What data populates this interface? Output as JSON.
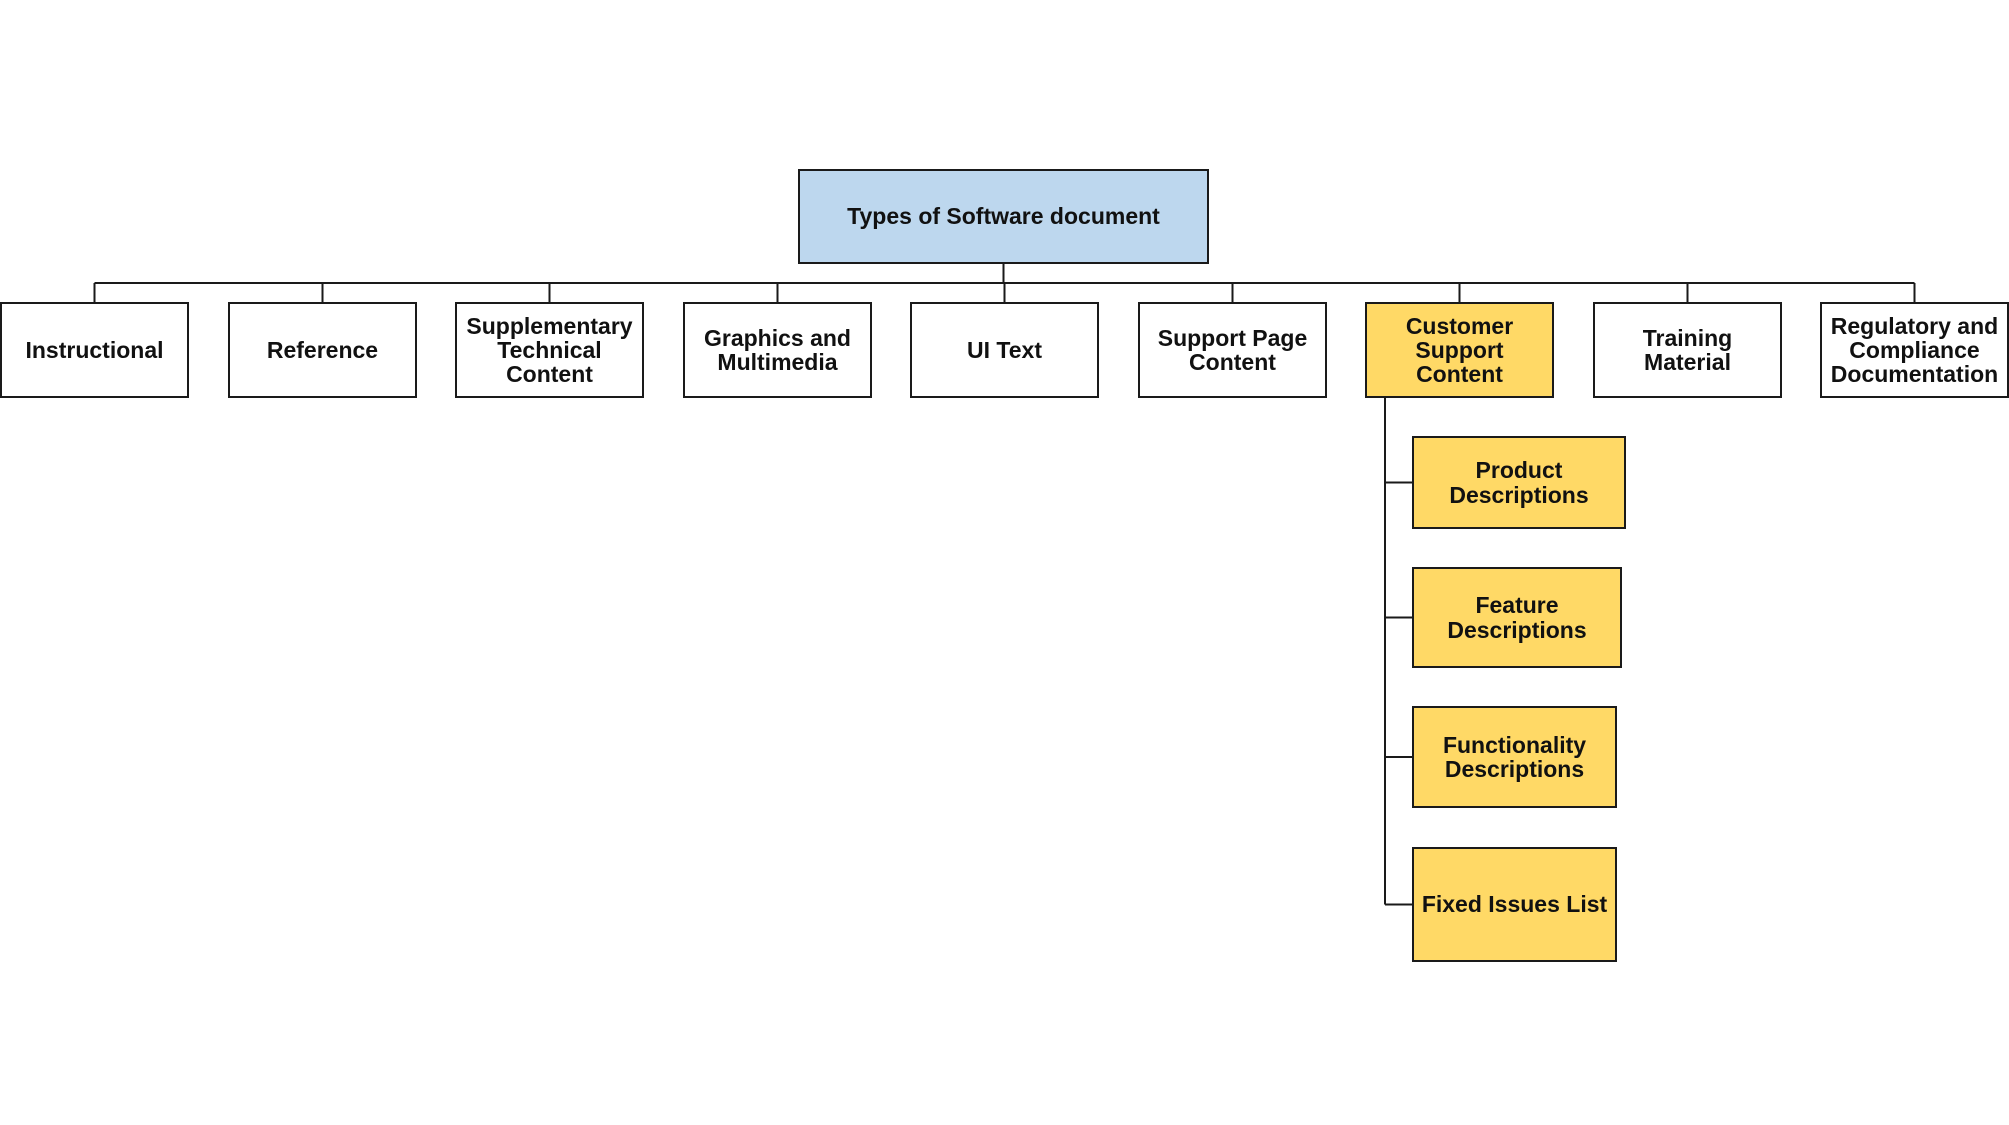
{
  "colors": {
    "root_fill": "#bdd7ee",
    "highlight_fill": "#ffd966",
    "default_fill": "#ffffff",
    "border": "#1a1a1a"
  },
  "root": {
    "label": "Types of Software document"
  },
  "categories": [
    {
      "id": "instructional",
      "label": "Instructional",
      "highlighted": false
    },
    {
      "id": "reference",
      "label": "Reference",
      "highlighted": false
    },
    {
      "id": "supplementary-technical-content",
      "label": "Supplementary\nTechnical\nContent",
      "highlighted": false
    },
    {
      "id": "graphics-and-multimedia",
      "label": "Graphics and\nMultimedia",
      "highlighted": false
    },
    {
      "id": "ui-text",
      "label": "UI Text",
      "highlighted": false
    },
    {
      "id": "support-page-content",
      "label": "Support Page\nContent",
      "highlighted": false
    },
    {
      "id": "customer-support-content",
      "label": "Customer\nSupport Content",
      "highlighted": true
    },
    {
      "id": "training-material",
      "label": "Training Material",
      "highlighted": false
    },
    {
      "id": "regulatory-and-compliance-documentation",
      "label": "Regulatory and\nCompliance\nDocumentation",
      "highlighted": false
    }
  ],
  "subcategories": {
    "parent": "customer-support-content",
    "items": [
      {
        "id": "product-descriptions",
        "label": "Product\nDescriptions"
      },
      {
        "id": "feature-descriptions",
        "label": "Feature\nDescriptions"
      },
      {
        "id": "functionality-descriptions",
        "label": "Functionality\nDescriptions"
      },
      {
        "id": "fixed-issues-list",
        "label": "Fixed Issues List"
      }
    ]
  }
}
